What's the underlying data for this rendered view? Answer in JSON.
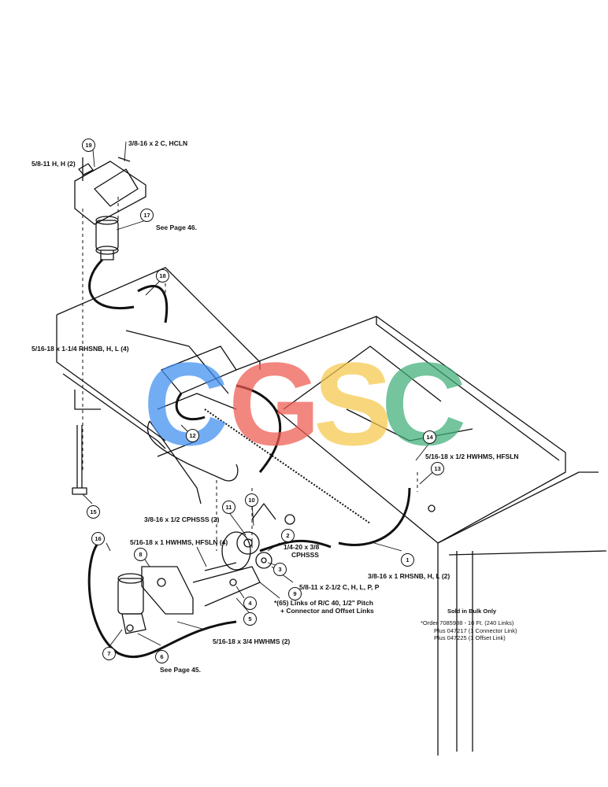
{
  "watermark": {
    "letters": [
      "C",
      "G",
      "S",
      "C"
    ],
    "colors": [
      "#3d8ef0",
      "#ee5a50",
      "#f6c94b",
      "#3fae7a"
    ]
  },
  "labels": {
    "l19": "3/8-16 x 2 C, HCLN",
    "l_h2": "5/8-11 H, H (2)",
    "l17_see": "See Page 46.",
    "l_rhsnb4": "5/16-18 x 1-1/4 RHSNB, H, L (4)",
    "l14": "5/16-18 x 1/2 HWHMS, HFSLN",
    "l_cphsss": "3/8-16 x 1/2 CPHSSS (2)",
    "l_hwhms4": "5/16-18 x 1 HWHMS, HFSLN (4)",
    "l_14_20": "1/4-20 x 3/8",
    "l_14_20b": "CPHSSS",
    "l_rhsnb2": "3/8-16 x 1 RHSNB, H, L (2)",
    "l_58_11": "5/8-11 x 2-1/2 C, H, L, P, P",
    "l_links1": "*(65) Links of R/C 40, 1/2\" Pitch",
    "l_links2": "+ Connector and Offset Links",
    "l_hwhms2": "5/16-18 x 3/4 HWHMS (2)",
    "l6_see": "See Page 45."
  },
  "bubbles": {
    "b19": "19",
    "b17": "17",
    "b18": "18",
    "b12": "12",
    "b15": "15",
    "b14": "14",
    "b13": "13",
    "b11": "11",
    "b10": "10",
    "b2": "2",
    "b1": "1",
    "b3": "3",
    "b9": "9",
    "b8": "8",
    "b16": "16",
    "b4": "4",
    "b5": "5",
    "b7": "7",
    "b6": "6"
  },
  "notes": {
    "sold": "Sold in Bulk Only",
    "order1": "*Order 7085988 - 10 Ft. (240 Links)",
    "order2": "Plus 047217 (1 Connector Link)",
    "order3": "Plus 047225 (1 Offset Link)"
  }
}
